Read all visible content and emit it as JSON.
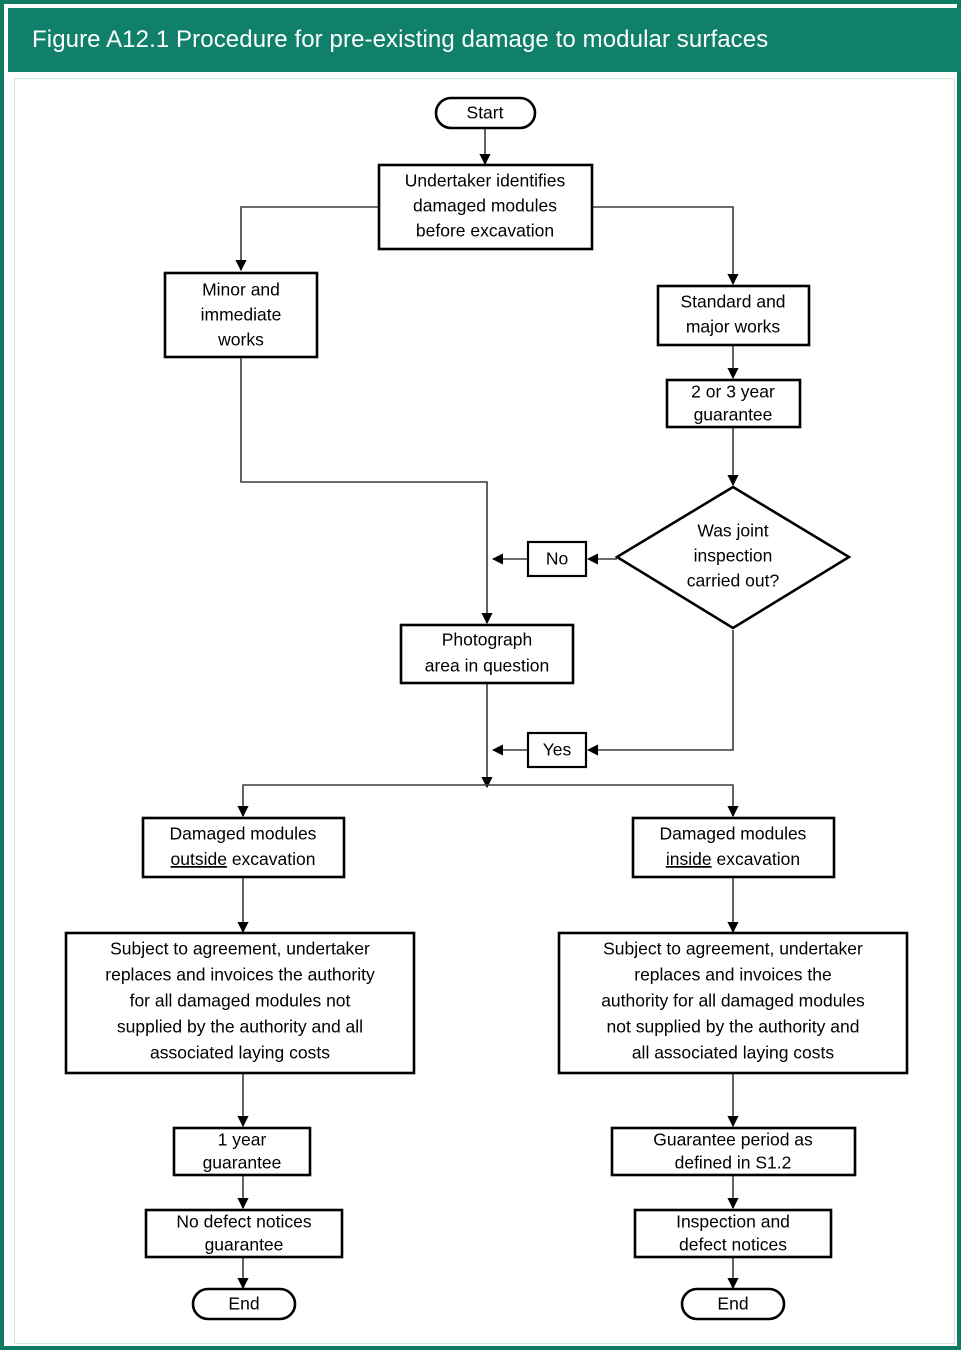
{
  "figure": {
    "title": "Figure A12.1 Procedure for pre-existing damage to modular surfaces",
    "header_color": "#10806a",
    "frame_color": "#107a63",
    "background_color": "#ffffff",
    "node_stroke_color": "#000000",
    "connector_color": "#3b3b3b"
  },
  "chart_data": {
    "type": "diagram",
    "diagram_kind": "flowchart",
    "title": "Figure A12.1 Procedure for pre-existing damage to modular surfaces",
    "orientation": "top-to-bottom",
    "nodes": [
      {
        "id": "start",
        "shape": "terminator",
        "text": "Start"
      },
      {
        "id": "identify",
        "shape": "process",
        "text": "Undertaker identifies damaged modules before excavation"
      },
      {
        "id": "minor",
        "shape": "process",
        "text": "Minor and immediate works"
      },
      {
        "id": "standard",
        "shape": "process",
        "text": "Standard and major works"
      },
      {
        "id": "guarantee23",
        "shape": "process",
        "text": "2 or 3 year guarantee"
      },
      {
        "id": "joint",
        "shape": "decision",
        "text": "Was joint inspection carried out?"
      },
      {
        "id": "no",
        "shape": "label",
        "text": "No"
      },
      {
        "id": "yes",
        "shape": "label",
        "text": "Yes"
      },
      {
        "id": "photo",
        "shape": "process",
        "text": "Photograph area in question"
      },
      {
        "id": "outside",
        "shape": "process",
        "text": "Damaged modules outside excavation"
      },
      {
        "id": "inside",
        "shape": "process",
        "text": "Damaged modules inside excavation"
      },
      {
        "id": "subject_left",
        "shape": "process",
        "text": "Subject to agreement, undertaker replaces and invoices the authority for all damaged modules not supplied by the authority and all associated laying costs"
      },
      {
        "id": "subject_right",
        "shape": "process",
        "text": "Subject to agreement, undertaker replaces and invoices the authority for all damaged modules not supplied by the authority and all associated laying costs"
      },
      {
        "id": "year1",
        "shape": "process",
        "text": "1 year guarantee"
      },
      {
        "id": "guarantee_s12",
        "shape": "process",
        "text": "Guarantee period as defined in S1.2"
      },
      {
        "id": "nodefect",
        "shape": "process",
        "text": "No defect notices guarantee"
      },
      {
        "id": "inspection",
        "shape": "process",
        "text": "Inspection and defect notices"
      },
      {
        "id": "end_left",
        "shape": "terminator",
        "text": "End"
      },
      {
        "id": "end_right",
        "shape": "terminator",
        "text": "End"
      }
    ],
    "edges": [
      {
        "from": "start",
        "to": "identify",
        "label": ""
      },
      {
        "from": "identify",
        "to": "minor",
        "label": ""
      },
      {
        "from": "identify",
        "to": "standard",
        "label": ""
      },
      {
        "from": "standard",
        "to": "guarantee23",
        "label": ""
      },
      {
        "from": "guarantee23",
        "to": "joint",
        "label": ""
      },
      {
        "from": "joint",
        "to": "photo",
        "label": "No"
      },
      {
        "from": "minor",
        "to": "photo",
        "label": ""
      },
      {
        "from": "photo",
        "to": "split",
        "label": ""
      },
      {
        "from": "joint",
        "to": "split",
        "label": "Yes"
      },
      {
        "from": "split",
        "to": "outside",
        "label": ""
      },
      {
        "from": "split",
        "to": "inside",
        "label": ""
      },
      {
        "from": "outside",
        "to": "subject_left",
        "label": ""
      },
      {
        "from": "inside",
        "to": "subject_right",
        "label": ""
      },
      {
        "from": "subject_left",
        "to": "year1",
        "label": ""
      },
      {
        "from": "subject_right",
        "to": "guarantee_s12",
        "label": ""
      },
      {
        "from": "year1",
        "to": "nodefect",
        "label": ""
      },
      {
        "from": "guarantee_s12",
        "to": "inspection",
        "label": ""
      },
      {
        "from": "nodefect",
        "to": "end_left",
        "label": ""
      },
      {
        "from": "inspection",
        "to": "end_right",
        "label": ""
      }
    ]
  },
  "nodes": {
    "start": {
      "line1": "Start"
    },
    "identify": {
      "line1": "Undertaker identifies",
      "line2": "damaged modules",
      "line3": "before excavation"
    },
    "minor": {
      "line1": "Minor and",
      "line2": "immediate",
      "line3": "works"
    },
    "standard": {
      "line1": "Standard and",
      "line2": "major works"
    },
    "guarantee23": {
      "line1": "2 or 3 year",
      "line2": "guarantee"
    },
    "joint": {
      "line1": "Was joint",
      "line2": "inspection",
      "line3": "carried out?"
    },
    "no_label": {
      "line1": "No"
    },
    "yes_label": {
      "line1": "Yes"
    },
    "photo": {
      "line1": "Photograph",
      "line2": "area in question"
    },
    "outside": {
      "line1": "Damaged modules",
      "line2a": "outside",
      "line2b": " excavation"
    },
    "inside": {
      "line1": "Damaged modules",
      "line2a": "inside",
      "line2b": " excavation"
    },
    "subject_left": {
      "line1": "Subject to agreement, undertaker",
      "line2": "replaces and invoices the authority",
      "line3": "for all damaged modules not",
      "line4": "supplied by the authority and all",
      "line5": "associated laying costs"
    },
    "subject_right": {
      "line1": "Subject to agreement, undertaker",
      "line2": "replaces and invoices the",
      "line3": "authority for all damaged modules",
      "line4": "not supplied by the authority and",
      "line5": "all associated laying costs"
    },
    "year1": {
      "line1": "1 year",
      "line2": "guarantee"
    },
    "guarantee_s12": {
      "line1": "Guarantee period as",
      "line2": "defined in S1.2"
    },
    "nodefect": {
      "line1": "No defect notices",
      "line2": "guarantee"
    },
    "inspection": {
      "line1": "Inspection and",
      "line2": "defect notices"
    },
    "end_left": {
      "line1": "End"
    },
    "end_right": {
      "line1": "End"
    }
  }
}
